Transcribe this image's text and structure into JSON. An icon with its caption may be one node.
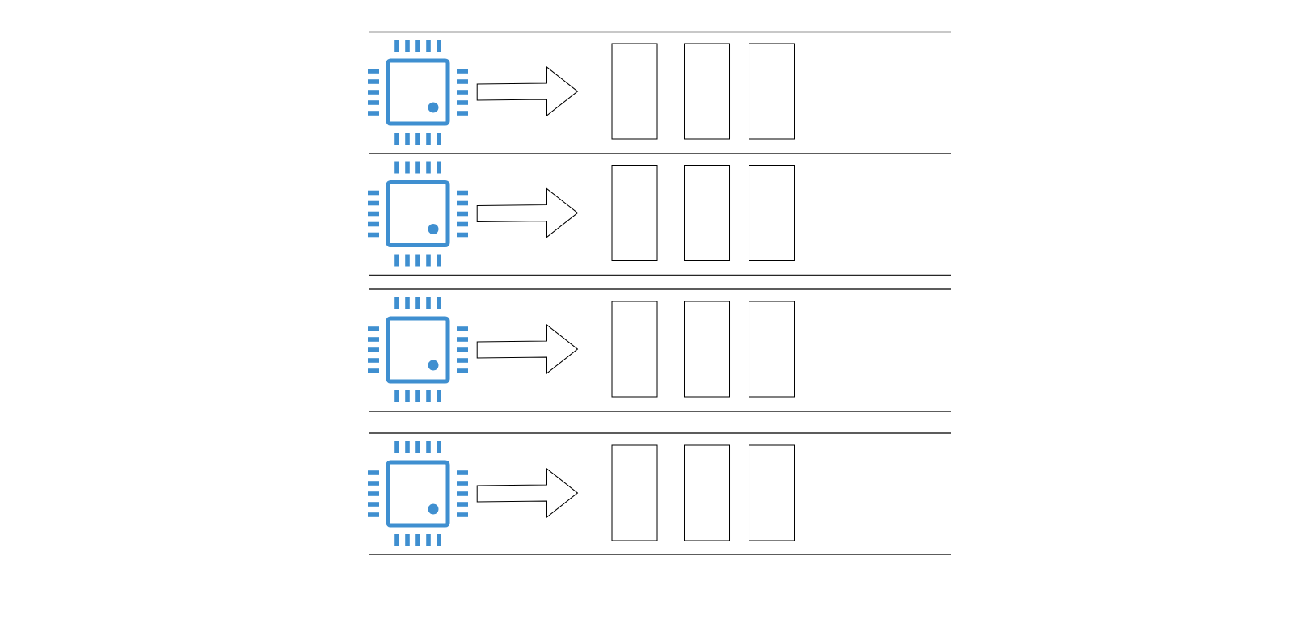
{
  "diagram": {
    "nodes": [
      {
        "text": [],
        "shape": "picture"
      },
      {
        "text": [],
        "shape": "box"
      },
      {
        "text": [],
        "shape": "box"
      },
      {
        "text": [],
        "shape": "box"
      },
      {
        "text": [],
        "shape": "picture"
      },
      {
        "text": [],
        "shape": "box"
      },
      {
        "text": [],
        "shape": "box"
      },
      {
        "text": [],
        "shape": "box"
      },
      {
        "text": [],
        "shape": "picture"
      },
      {
        "text": [],
        "shape": "box"
      },
      {
        "text": [],
        "shape": "box"
      },
      {
        "text": [],
        "shape": "box"
      },
      {
        "text": [],
        "shape": "picture"
      },
      {
        "text": [],
        "shape": "box"
      },
      {
        "text": [],
        "shape": "box"
      },
      {
        "text": [],
        "shape": "box"
      }
    ],
    "edges": [
      {
        "from": 0,
        "to": 1,
        "arrow": "to"
      },
      {
        "from": 4,
        "to": 5,
        "arrow": "to"
      },
      {
        "from": 8,
        "to": 9,
        "arrow": "to"
      },
      {
        "from": 12,
        "to": 13,
        "arrow": "to"
      }
    ]
  }
}
